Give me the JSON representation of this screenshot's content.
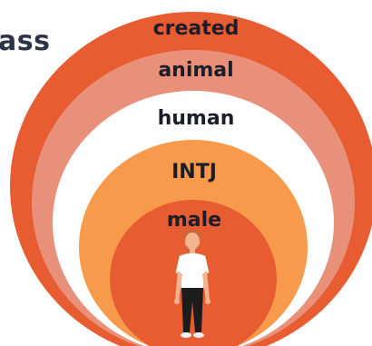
{
  "title_fragment": "ass",
  "colors": {
    "outer": "#e85c31",
    "second": "#e8907a",
    "third": "#ffffff",
    "fourth": "#f79a4b",
    "inner": "#e85c31",
    "label_dark": "#1d1d28",
    "label_light": "#ffffff"
  },
  "rings": [
    {
      "label": "created"
    },
    {
      "label": "animal"
    },
    {
      "label": "human"
    },
    {
      "label": "INTJ"
    },
    {
      "label": "male"
    }
  ],
  "figure": {
    "icon": "person-icon"
  }
}
